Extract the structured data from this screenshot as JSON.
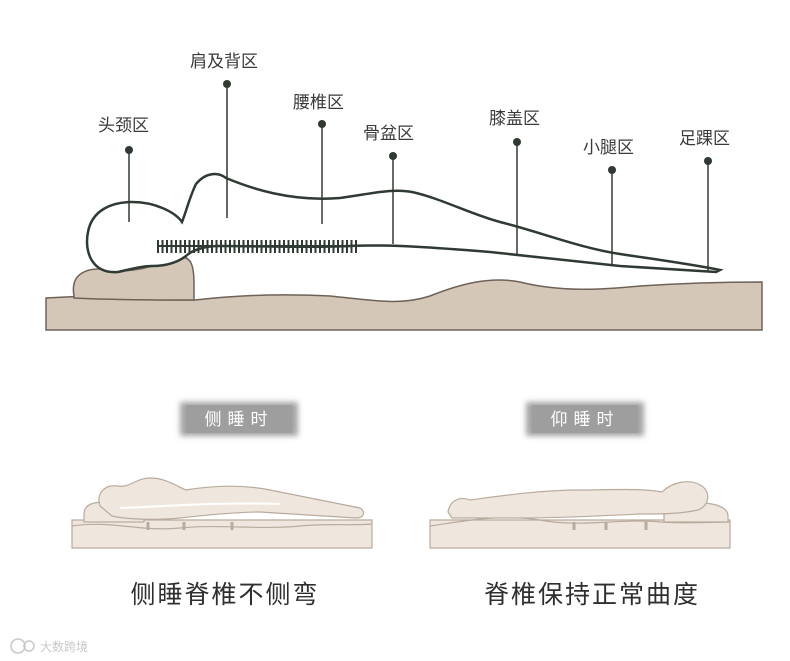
{
  "zones": [
    {
      "key": "head_neck",
      "label": "头颈区"
    },
    {
      "key": "shoulder_back",
      "label": "肩及背区"
    },
    {
      "key": "waist",
      "label": "腰椎区"
    },
    {
      "key": "pelvis",
      "label": "骨盆区"
    },
    {
      "key": "knee",
      "label": "膝盖区"
    },
    {
      "key": "calf",
      "label": "小腿区"
    },
    {
      "key": "ankle",
      "label": "足踝区"
    }
  ],
  "side_sleep": {
    "badge": "侧睡时",
    "caption": "侧睡脊椎不侧弯"
  },
  "back_sleep": {
    "badge": "仰睡时",
    "caption": "脊椎保持正常曲度"
  },
  "watermark": {
    "text": "大数跨境"
  },
  "colors": {
    "mattress_fill": "#d4c7b8",
    "mattress_stroke": "#6e6258",
    "outline": "#2f3a33",
    "badge": "#9e9e9e",
    "sketch_fill": "#efe7de",
    "sketch_stroke": "#b9ab9d"
  }
}
